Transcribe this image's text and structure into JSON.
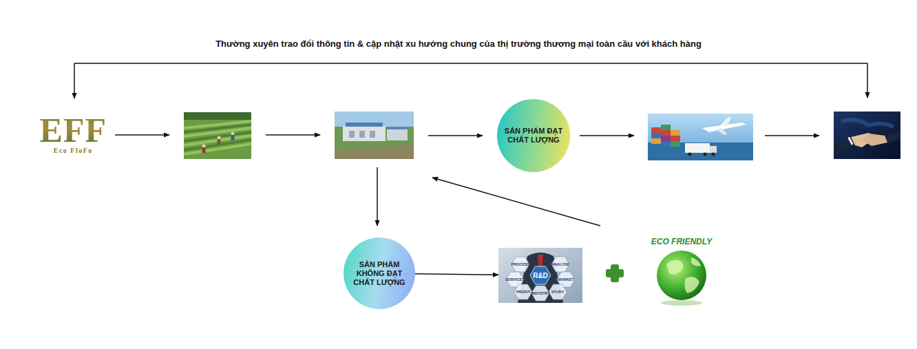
{
  "diagram": {
    "title": "Thường xuyên trao đổi thông tin & cập nhật xu hướng chung của thị trường thương mại toàn cầu với khách hàng",
    "nodes": [
      {
        "text": [
          "EFF",
          "Eco FloFo"
        ]
      },
      {
        "text": [
          "SẢN PHẨM ĐẠT CHẤT LƯỢNG"
        ]
      },
      {
        "text": [
          "SẢN PHẨM KHÔNG ĐẠT CHẤT LƯỢNG"
        ]
      },
      {
        "text": [
          "R&D"
        ]
      },
      {
        "text": [
          "ECO FRIENDLY"
        ]
      }
    ],
    "edges": [
      {
        "from": 2,
        "to": 3,
        "arrow": "to"
      }
    ],
    "labels": [
      "PROCESS",
      "ANALYSE",
      "SERVICES",
      "MARKET",
      "PROFIT",
      "INDUSTRY",
      "STUDY"
    ]
  }
}
